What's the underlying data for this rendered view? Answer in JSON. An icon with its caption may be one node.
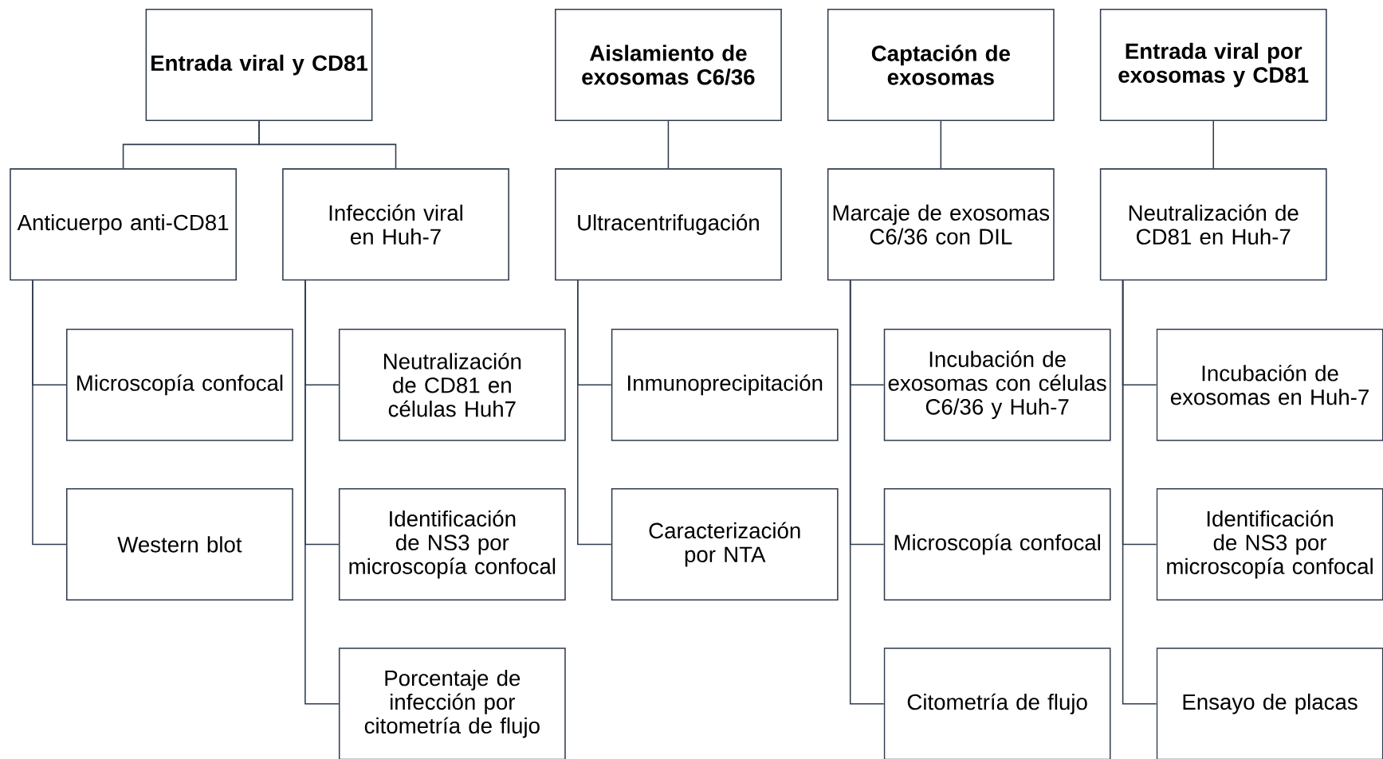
{
  "diagram": {
    "nodes": [
      {
        "text": [
          "Entrada viral y CD81"
        ]
      },
      {
        "text": [
          "Aislamiento de exosomas C6/36"
        ]
      },
      {
        "text": [
          "Captación de exosomas"
        ]
      },
      {
        "text": [
          "Entrada viral por exosomas y CD81"
        ]
      },
      {
        "text": [
          "Anticuerpo anti-CD81"
        ]
      },
      {
        "text": [
          "Infección viral en Huh-7"
        ]
      },
      {
        "text": [
          "Ultracentrifugación"
        ]
      },
      {
        "text": [
          "Marcaje de exosomas C6/36 con DIL"
        ]
      },
      {
        "text": [
          "Neutralización de CD81 en Huh-7"
        ]
      },
      {
        "text": [
          "Microscopía confocal"
        ]
      },
      {
        "text": [
          "Neutralización de CD81 en células Huh7"
        ]
      },
      {
        "text": [
          "Inmunoprecipitación"
        ]
      },
      {
        "text": [
          "Incubación de exosomas con células C6/36 y Huh-7"
        ]
      },
      {
        "text": [
          "Incubación de exosomas en Huh-7"
        ]
      },
      {
        "text": [
          "Western blot"
        ]
      },
      {
        "text": [
          "Identificación de NS3 por microscopía confocal"
        ]
      },
      {
        "text": [
          "Caracterización por NTA"
        ]
      },
      {
        "text": [
          "Microscopía confocal"
        ]
      },
      {
        "text": [
          "Identificación de NS3 por microscopía confocal"
        ]
      },
      {
        "text": [
          "Porcentaje de infección por citometría de flujo"
        ]
      },
      {
        "text": [
          "Citometría de flujo"
        ]
      },
      {
        "text": [
          "Ensayo de placas"
        ]
      }
    ],
    "edges": [
      {
        "from": 0,
        "to": 4,
        "arrow": "none"
      },
      {
        "from": 0,
        "to": 5,
        "arrow": "none"
      },
      {
        "from": 1,
        "to": 6,
        "arrow": "none"
      },
      {
        "from": 2,
        "to": 7,
        "arrow": "none"
      },
      {
        "from": 3,
        "to": 8,
        "arrow": "none"
      },
      {
        "from": 4,
        "to": 9,
        "arrow": "none"
      },
      {
        "from": 4,
        "to": 14,
        "arrow": "none"
      },
      {
        "from": 5,
        "to": 10,
        "arrow": "none"
      },
      {
        "from": 5,
        "to": 15,
        "arrow": "none"
      },
      {
        "from": 5,
        "to": 19,
        "arrow": "none"
      },
      {
        "from": 6,
        "to": 11,
        "arrow": "none"
      },
      {
        "from": 6,
        "to": 16,
        "arrow": "none"
      },
      {
        "from": 7,
        "to": 12,
        "arrow": "none"
      },
      {
        "from": 7,
        "to": 17,
        "arrow": "none"
      },
      {
        "from": 7,
        "to": 20,
        "arrow": "none"
      },
      {
        "from": 8,
        "to": 13,
        "arrow": "none"
      },
      {
        "from": 8,
        "to": 18,
        "arrow": "none"
      },
      {
        "from": 8,
        "to": 21,
        "arrow": "none"
      }
    ]
  }
}
